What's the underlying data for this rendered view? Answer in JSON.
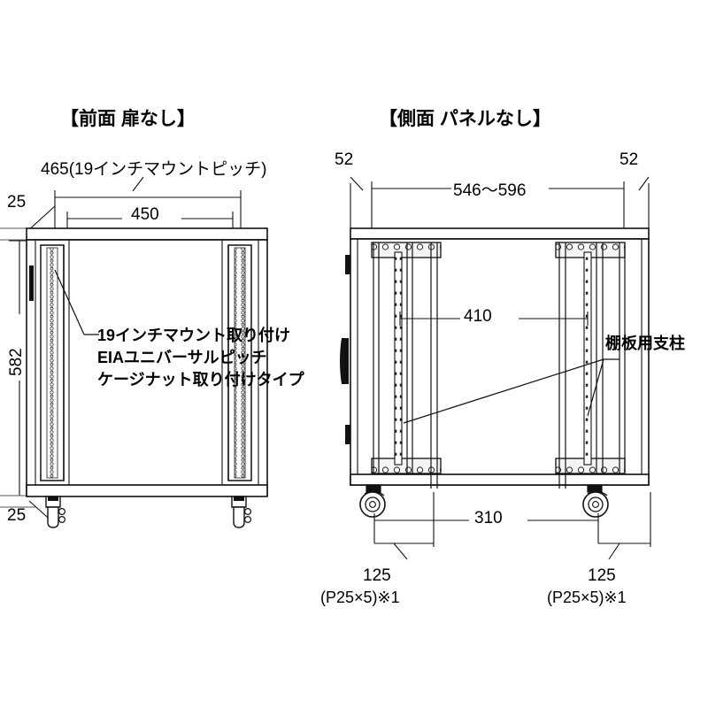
{
  "views": {
    "front": {
      "title": "【前面 扉なし】",
      "dimensions": {
        "mount_pitch": "465(19インチマウントピッチ)",
        "inner_width": "450",
        "top_offset": "25",
        "height": "582",
        "bottom_offset": "25"
      },
      "annotation": {
        "line1": "19インチマウント取り付け",
        "line2": "EIAユニバーサルピッチ",
        "line3": "ケージナット取り付けタイプ"
      }
    },
    "side": {
      "title": "【側面 パネルなし】",
      "dimensions": {
        "left_edge": "52",
        "right_edge": "52",
        "overall_depth": "546〜596",
        "inner_depth": "410",
        "caster_span": "310",
        "left_caster_offset": "125",
        "left_caster_note": "(P25×5)※1",
        "right_caster_offset": "125",
        "right_caster_note": "(P25×5)※1"
      },
      "annotation": {
        "shelf_post": "棚板用支柱"
      }
    }
  },
  "colors": {
    "line": "#111111",
    "background": "#ffffff",
    "fill_light": "#f2f2f2",
    "dark_tab": "#1a1a1a"
  }
}
